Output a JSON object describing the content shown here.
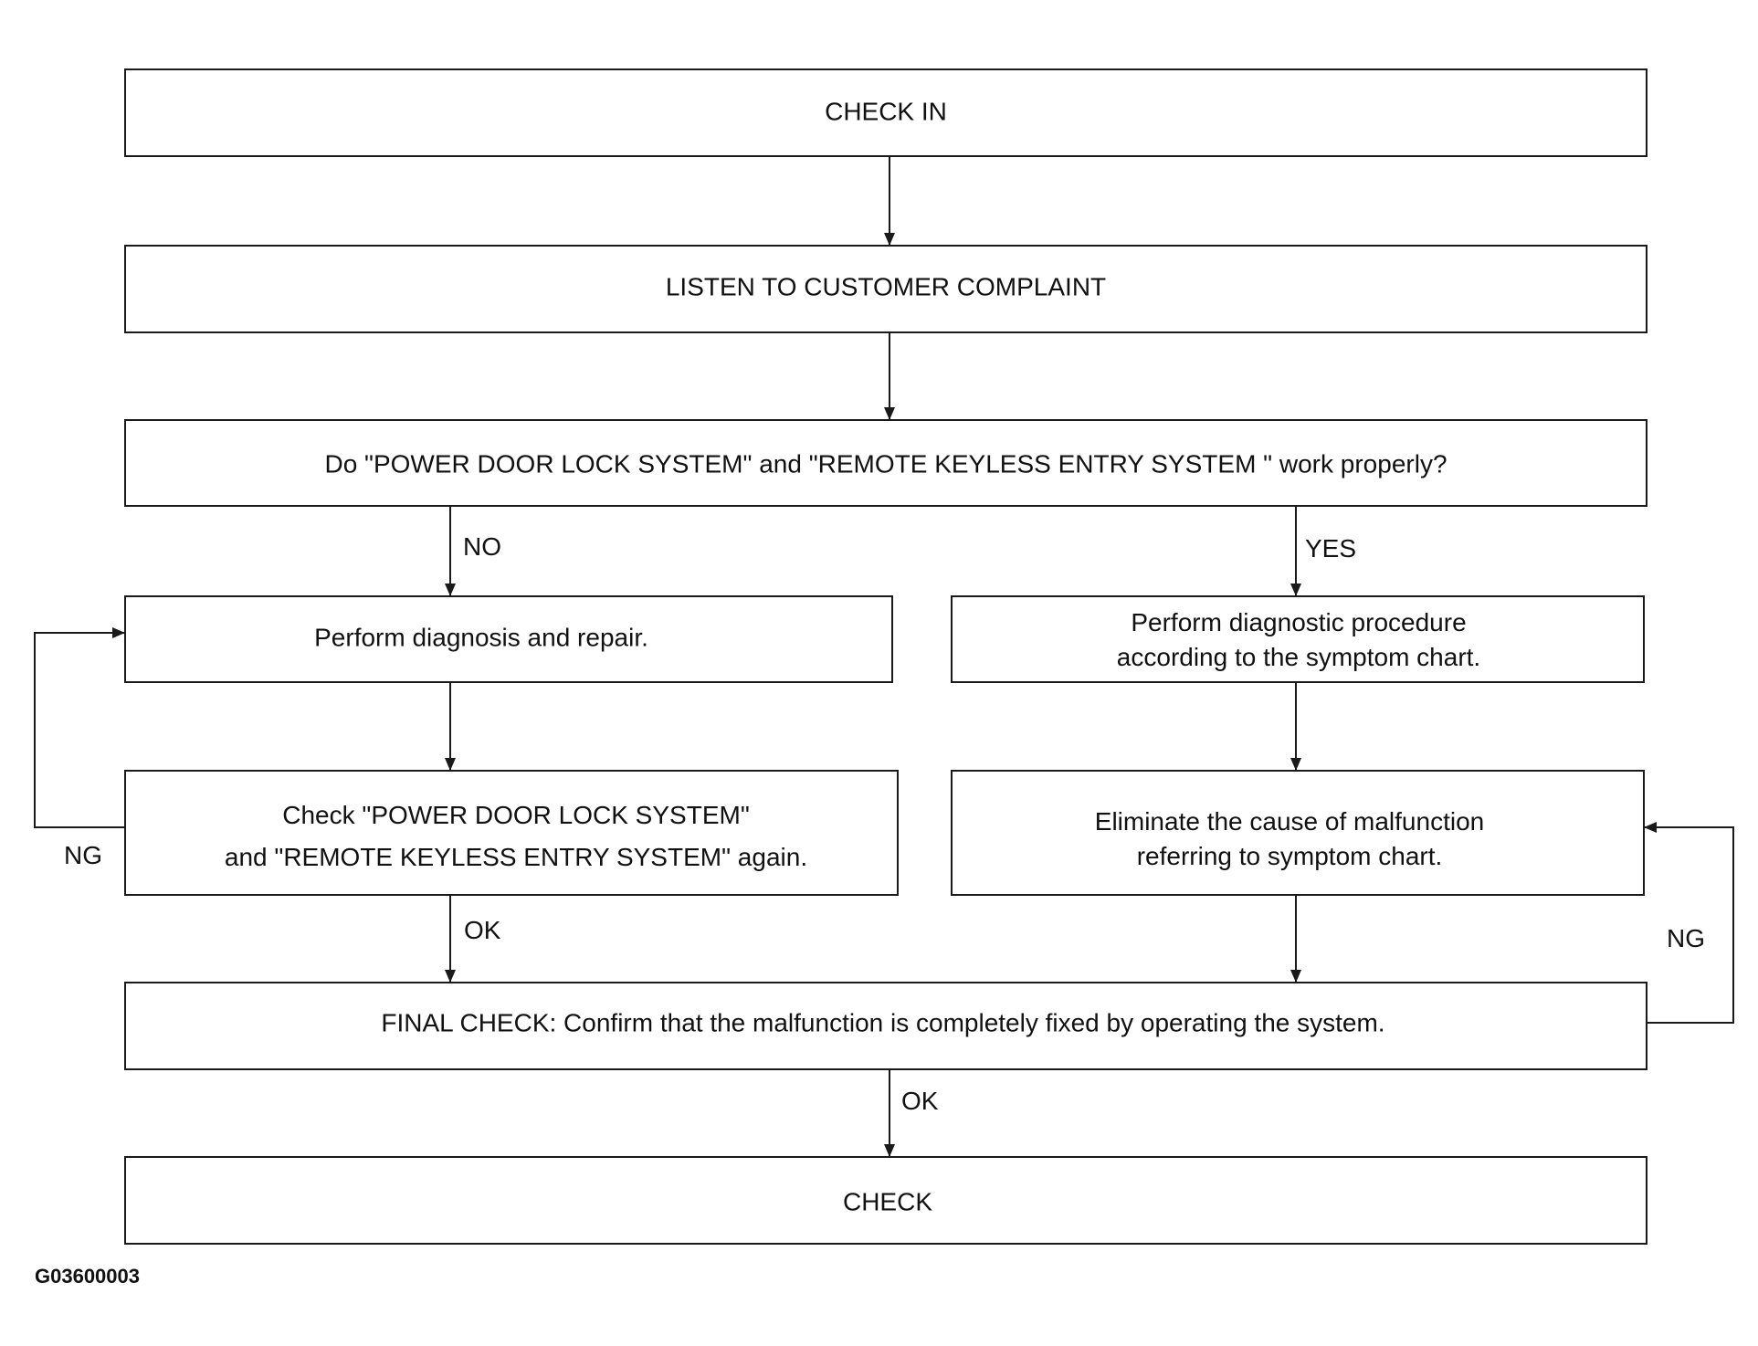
{
  "diagram": {
    "boxes": {
      "check_in": [
        "CHECK IN"
      ],
      "listen": [
        "LISTEN TO CUSTOMER COMPLAINT"
      ],
      "question": [
        "Do \"POWER DOOR LOCK SYSTEM\" and \"REMOTE  KEYLESS  ENTRY  SYSTEM \" work properly?"
      ],
      "diagnose_repair": [
        "Perform diagnosis and repair."
      ],
      "diagnostic_procedure": [
        "Perform diagnostic procedure",
        "according to the symptom chart."
      ],
      "check_again": [
        "Check  \"POWER DOOR LOCK SYSTEM\"",
        "and \"REMOTE  KEYLESS  ENTRY  SYSTEM\" again."
      ],
      "eliminate": [
        "Eliminate the cause of malfunction",
        "referring to symptom chart."
      ],
      "final_check": [
        "FINAL CHECK: Confirm that the malfunction is completely fixed by operating the system."
      ],
      "check_out": [
        "CHECK"
      ]
    },
    "edge_labels": {
      "no": "NO",
      "yes": "YES",
      "ng_left": "NG",
      "ok_left": "OK",
      "ng_right": "NG",
      "ok_bottom": "OK"
    },
    "figure_code": "G03600003",
    "colors": {
      "line": "#1a1a1a",
      "text": "#111111",
      "background": "#ffffff"
    }
  }
}
